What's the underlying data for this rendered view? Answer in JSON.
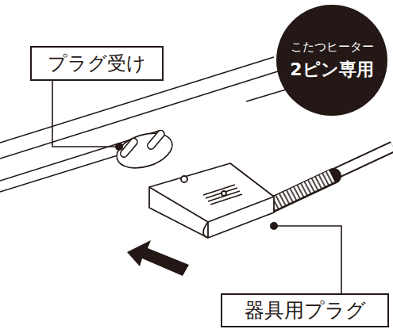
{
  "diagram": {
    "nodes": [
      {
        "text": [
          "プラグ受け"
        ]
      },
      {
        "text": [
          "こたつヒーター",
          "2ピン専用"
        ]
      },
      {
        "text": [
          "器具用プラグ"
        ]
      }
    ]
  }
}
